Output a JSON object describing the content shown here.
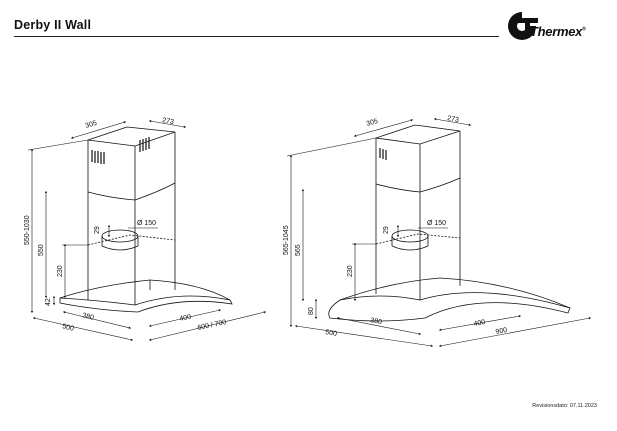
{
  "header": {
    "title": "Derby II Wall",
    "logo_text": "Thermex",
    "logo_reg": "®"
  },
  "footer": {
    "revision": "Revisionsdato: 07.11.2023"
  },
  "diagrams": {
    "left": {
      "top_width": "305",
      "top_depth": "273",
      "total_height": "550-1030",
      "chimney_height": "550",
      "lower_height": "230",
      "duct_offset": "29",
      "duct_diameter": "Ø 150",
      "canopy_thickness": "42",
      "chimney_depth": "380",
      "canopy_depth": "500",
      "chimney_width": "400",
      "canopy_width": "600 / 700"
    },
    "right": {
      "top_width": "305",
      "top_depth": "273",
      "total_height": "565-1045",
      "chimney_height": "565",
      "lower_height": "230",
      "duct_offset": "29",
      "duct_diameter": "Ø 150",
      "canopy_thickness": "80",
      "chimney_depth": "380",
      "canopy_depth": "500",
      "chimney_width": "400",
      "canopy_width": "900"
    }
  }
}
